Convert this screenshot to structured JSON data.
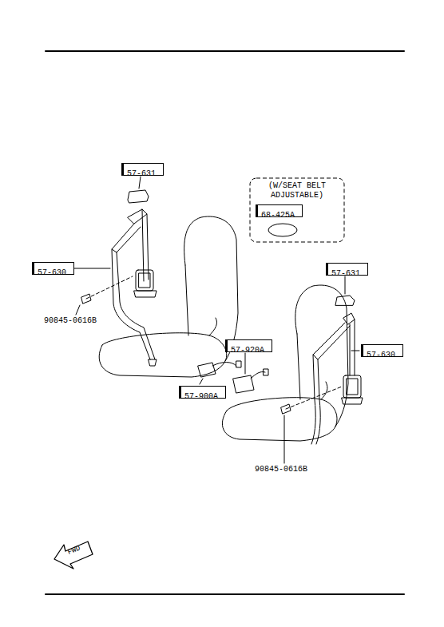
{
  "diagram": {
    "nodes": [
      {
        "text": [
          "57-631"
        ]
      },
      {
        "text": [
          "(W/SEAT BELT ADJUSTABLE)"
        ]
      },
      {
        "text": [
          "68-425A"
        ],
        "in": 1
      },
      {
        "text": [
          "57-631"
        ]
      },
      {
        "text": [
          "57-630"
        ]
      },
      {
        "text": [
          "57-630"
        ]
      },
      {
        "text": [
          "57-920A"
        ]
      },
      {
        "text": [
          "57-900A"
        ]
      }
    ],
    "labels": [
      "90845-0616B",
      "90845-0616B",
      "FWD"
    ]
  }
}
